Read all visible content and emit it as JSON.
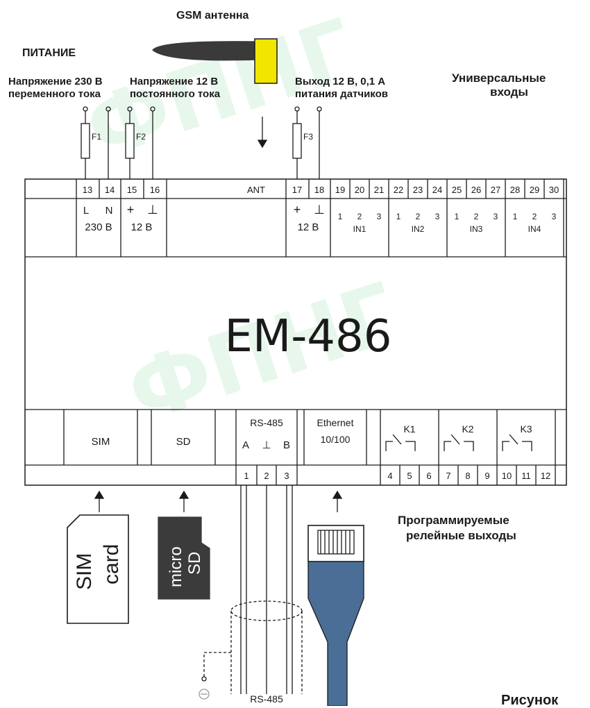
{
  "labels": {
    "gsm_antenna": "GSM антенна",
    "power": "ПИТАНИЕ",
    "v230_line1": "Напряжение 230 В",
    "v230_line2": "переменного тока",
    "v12_line1": "Напряжение 12 В",
    "v12_line2": "постоянного тока",
    "out12_line1": "Выход 12 В, 0,1 А",
    "out12_line2": "питания датчиков",
    "universal_line1": "Универсальные",
    "universal_line2": "входы",
    "prog_relay_line1": "Программируемые",
    "prog_relay_line2": "релейные выходы",
    "figure_caption": "Рисунок",
    "rs485_cable": "RS-485",
    "sim_card_line1": "SIM",
    "sim_card_line2": "card",
    "microsd_line1": "micro",
    "microsd_line2": "SD"
  },
  "device": {
    "model": "EM-486",
    "fuses": [
      "F1",
      "F2",
      "F3"
    ],
    "ant": "ANT",
    "terminals_top": [
      "13",
      "14",
      "15",
      "16",
      "17",
      "18",
      "19",
      "20",
      "21",
      "22",
      "23",
      "24",
      "25",
      "26",
      "27",
      "28",
      "29",
      "30"
    ],
    "terminal_13_14_labels": [
      "L",
      "N"
    ],
    "terminal_13_14_voltage": "230 В",
    "terminal_15_16_symbols": [
      "+",
      "⊥"
    ],
    "terminal_15_16_voltage": "12 В",
    "terminal_17_18_symbols": [
      "+",
      "⊥"
    ],
    "terminal_17_18_voltage": "12 В",
    "input_channel_numbers": [
      "1",
      "2",
      "3"
    ],
    "inputs": [
      "IN1",
      "IN2",
      "IN3",
      "IN4"
    ],
    "sim_slot": "SIM",
    "sd_slot": "SD",
    "rs485_title": "RS-485",
    "rs485_pins": [
      "A",
      "⊥",
      "B"
    ],
    "rs485_terminals": [
      "1",
      "2",
      "3"
    ],
    "ethernet_line1": "Ethernet",
    "ethernet_line2": "10/100",
    "relays": [
      "K1",
      "K2",
      "K3"
    ],
    "relay_terminals": [
      "4",
      "5",
      "6",
      "7",
      "8",
      "9",
      "10",
      "11",
      "12"
    ]
  },
  "colors": {
    "line": "#1a1a1a",
    "antenna_tip": "#f2e600",
    "antenna_body": "#3a3a3a",
    "microsd_body": "#3b3b3b",
    "ethernet_cable": "#4a6e96",
    "watermark": "#7ad296"
  }
}
